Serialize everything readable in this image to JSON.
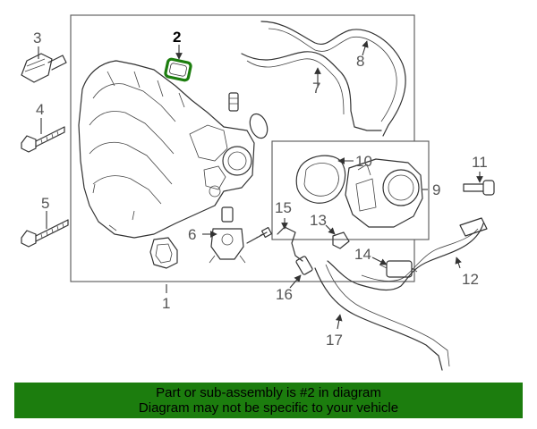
{
  "callouts": [
    "1",
    "2",
    "3",
    "4",
    "5",
    "6",
    "7",
    "8",
    "9",
    "10",
    "11",
    "12",
    "13",
    "14",
    "15",
    "16",
    "17"
  ],
  "highlighted_callout": "2",
  "colors": {
    "banner": "#1c7d0e",
    "highlight_gasket": "#1c7d0e",
    "line": "#333333"
  },
  "banner": {
    "line1": "Part or sub-assembly is #2 in diagram",
    "line2": "Diagram may not be specific to your vehicle"
  }
}
